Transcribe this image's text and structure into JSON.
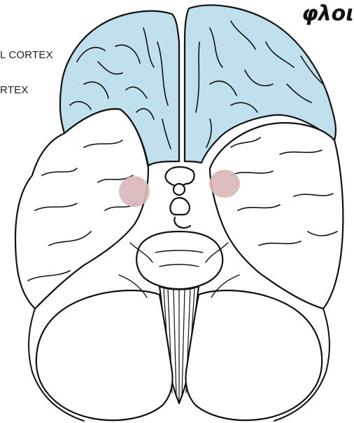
{
  "title": "φλοι",
  "labels": {
    "label_1": "L CORTEX",
    "label_2": "RTEX"
  },
  "colors": {
    "frontal_fill": "#bfe0ec",
    "amygdala_fill": "#d9b7b7",
    "outline": "#111111",
    "background": "#ffffff"
  }
}
